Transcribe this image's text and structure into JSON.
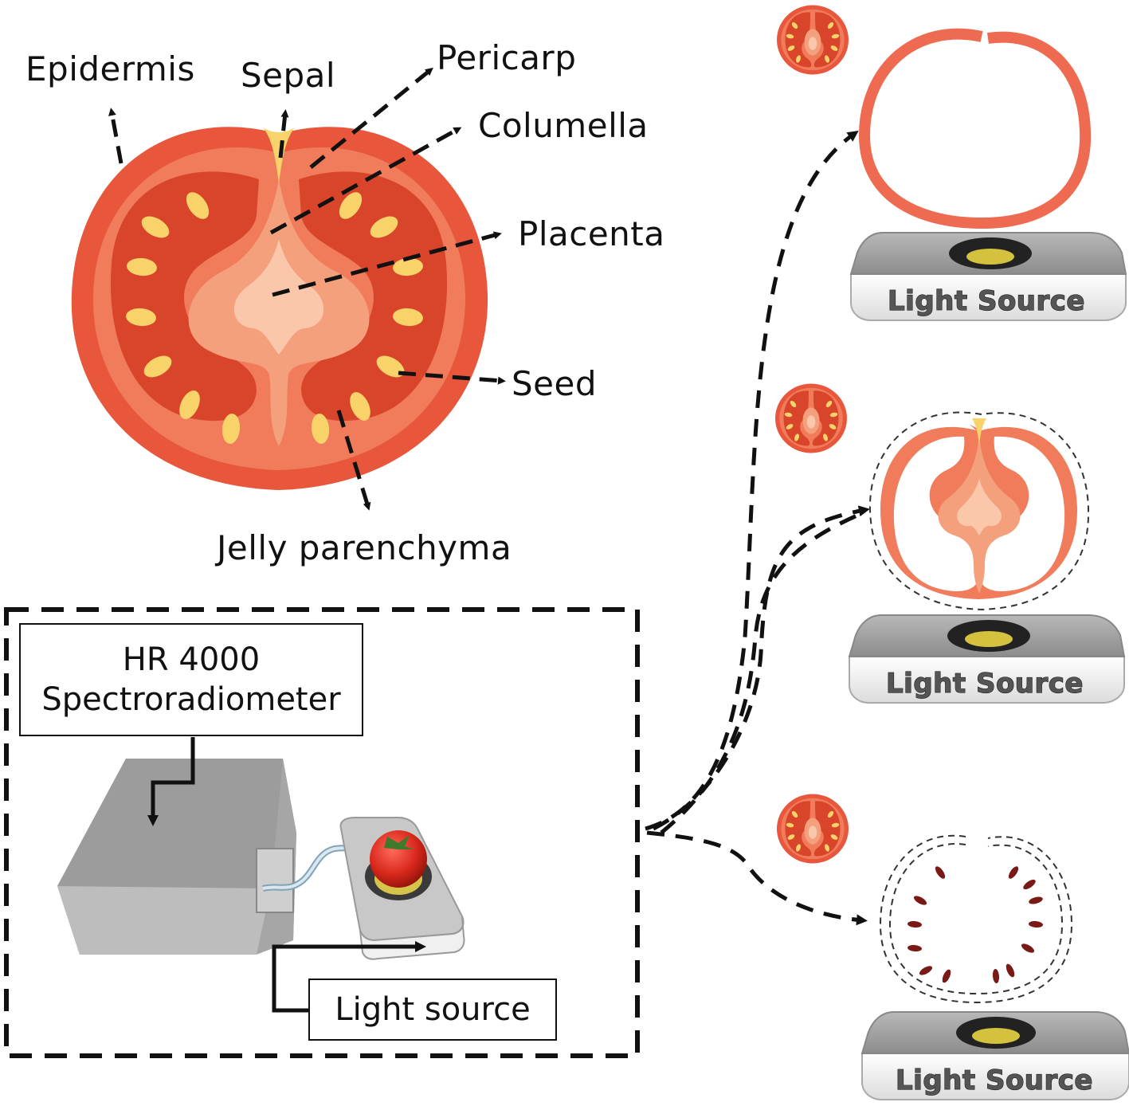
{
  "labels": {
    "epidermis": "Epidermis",
    "sepal": "Sepal",
    "pericarp": "Pericarp",
    "columella": "Columella",
    "placenta": "Placenta",
    "seed": "Seed",
    "jelly": "Jelly parenchyma"
  },
  "setup": {
    "device_line1": "HR 4000",
    "device_line2": "Spectroradiometer",
    "light_source": "Light source"
  },
  "panels": [
    {
      "name": "pericarp-sample",
      "stage_label": "Light Source"
    },
    {
      "name": "inner-tissue-sample",
      "stage_label": "Light Source"
    },
    {
      "name": "seed-sample",
      "stage_label": "Light Source"
    }
  ],
  "colors": {
    "epidermis": "#e8563c",
    "pericarp": "#f07c5c",
    "locule": "#d9452a",
    "columella": "#f4a07c",
    "placenta": "#fac7aa",
    "seed": "#f7d36a",
    "dark_seed": "#7a1a16",
    "device": "#a9a9a9"
  }
}
